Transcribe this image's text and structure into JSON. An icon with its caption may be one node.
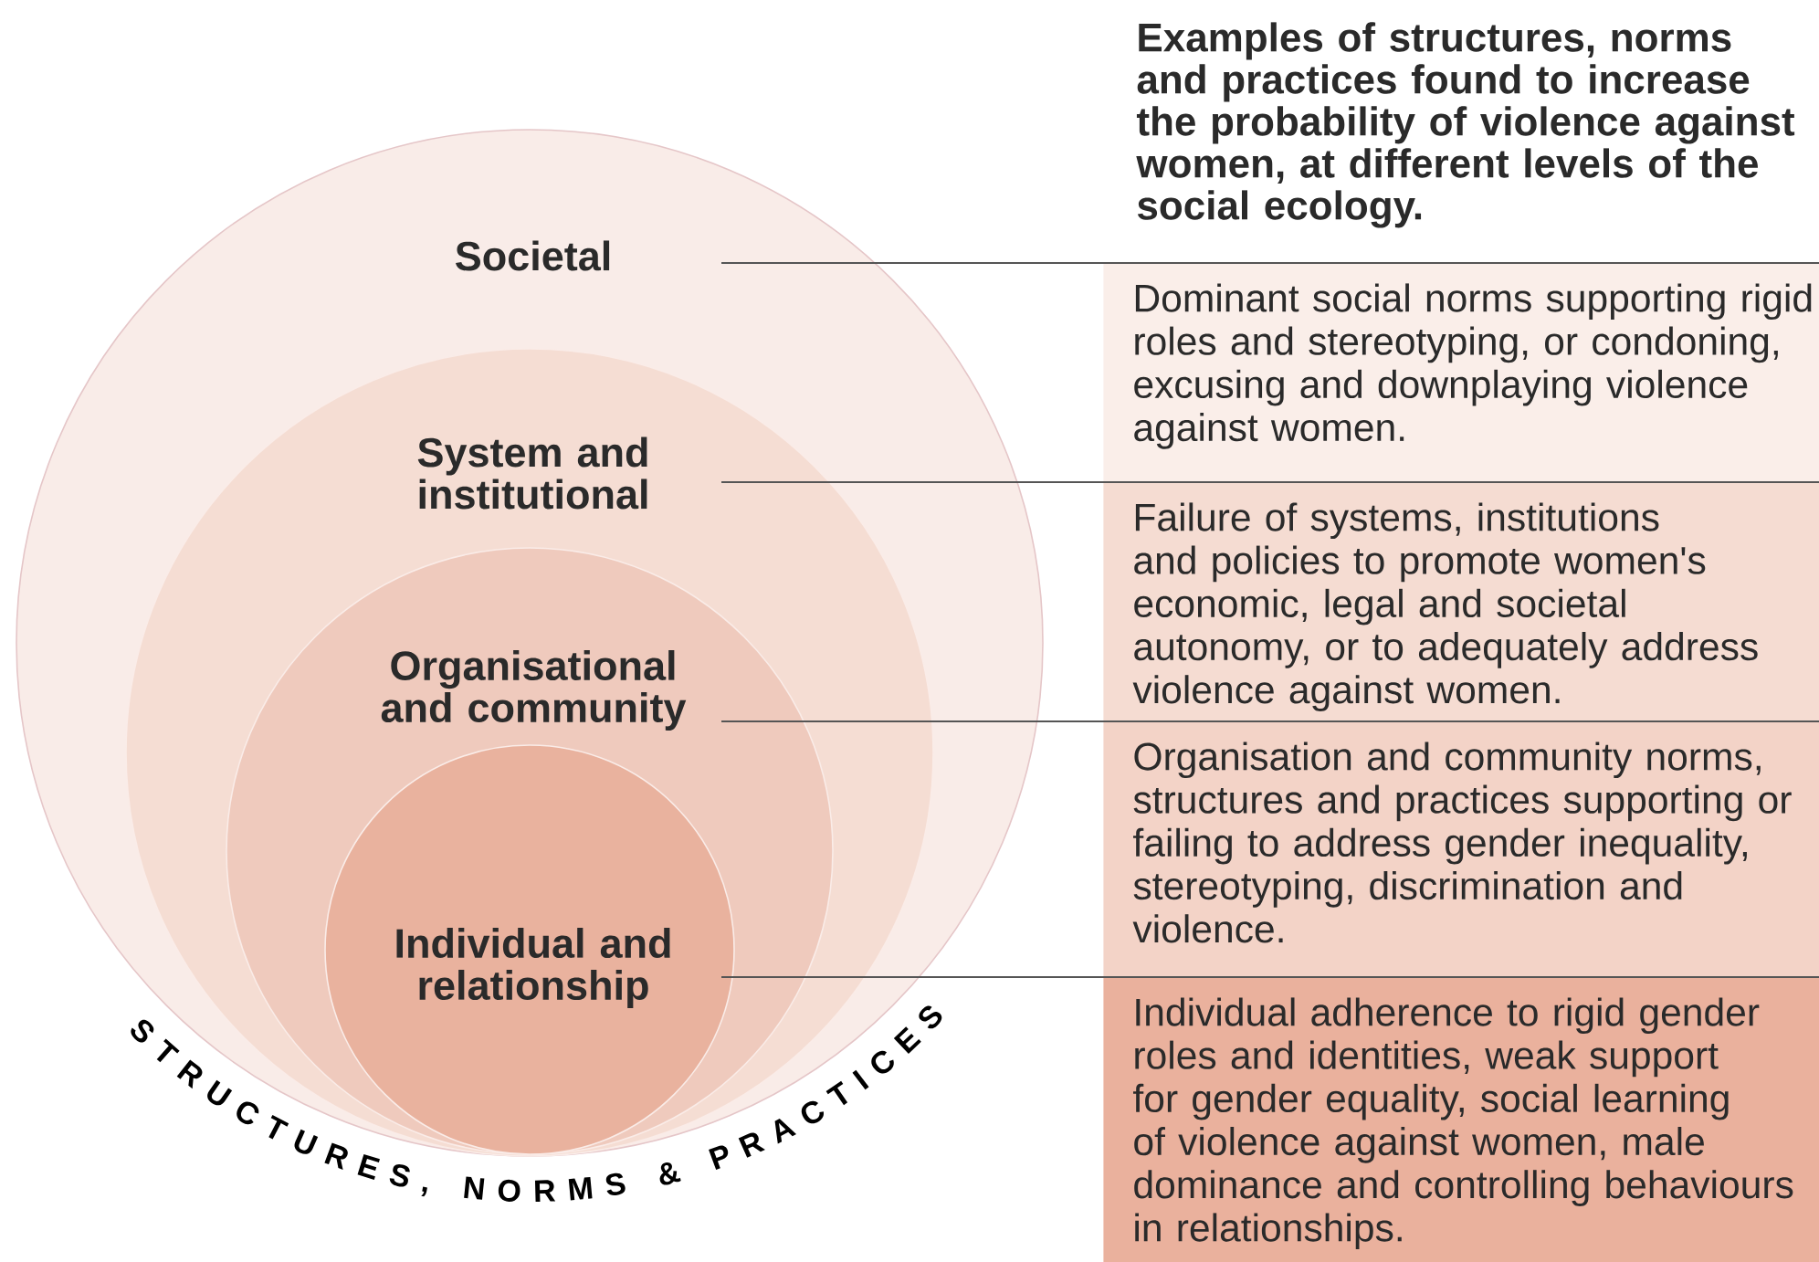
{
  "diagram": {
    "title": "Examples of structures, norms and practices found to increase the probability of violence against women, at different levels of the social ecology.",
    "nodes": [
      {
        "text": [
          "Societal"
        ]
      },
      {
        "text": [
          "System and institutional"
        ],
        "in": 0
      },
      {
        "text": [
          "Organisational and community"
        ],
        "in": 1
      },
      {
        "text": [
          "Individual and relationship"
        ],
        "in": 2
      },
      {
        "text": [
          "Dominant social norms supporting rigid roles and stereotyping, or condoning, excusing and downplaying violence against women."
        ]
      },
      {
        "text": [
          "Failure of systems, institutions and policies to promote women's economic, legal and societal autonomy, or to adequately address violence against women."
        ]
      },
      {
        "text": [
          "Organisation and community norms, structures and practices supporting or failing to address gender inequality, stereotyping, discrimination and violence."
        ]
      },
      {
        "text": [
          "Individual adherence to rigid gender roles and identities, weak support for gender equality, social learning of violence against women, male dominance and controlling behaviours in relationships."
        ]
      }
    ],
    "edges": [
      {
        "from": 0,
        "to": 4,
        "arrow": "none"
      },
      {
        "from": 1,
        "to": 5,
        "arrow": "none"
      },
      {
        "from": 2,
        "to": 6,
        "arrow": "none"
      },
      {
        "from": 3,
        "to": 7,
        "arrow": "none"
      }
    ],
    "labels": [
      "STRUCTURES, NORMS & PRACTICES"
    ]
  }
}
